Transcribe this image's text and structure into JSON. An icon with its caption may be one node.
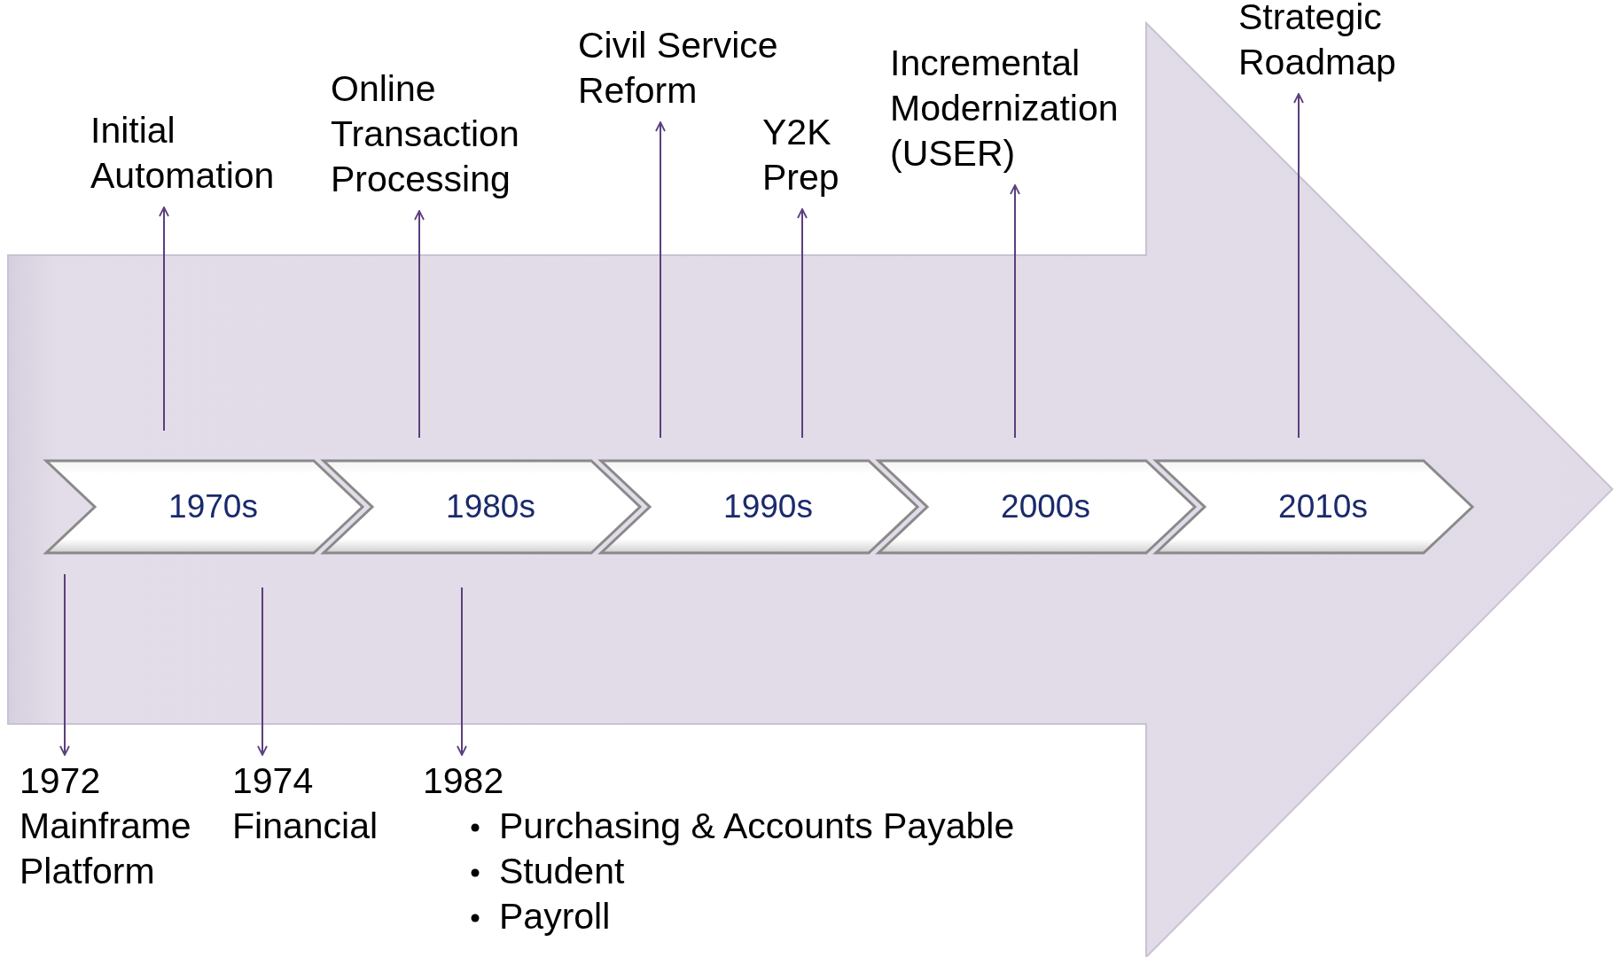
{
  "diagram": {
    "nodes": [
      {
        "text": [],
        "shape": "arrow"
      },
      {
        "text": [
          "1970s"
        ],
        "in": 0
      },
      {
        "text": [
          "1980s"
        ],
        "in": 0
      },
      {
        "text": [
          "1990s"
        ],
        "in": 0
      },
      {
        "text": [
          "2000s"
        ],
        "in": 0
      },
      {
        "text": [
          "2010s"
        ],
        "in": 0
      },
      {
        "text": [
          "Initial Automation"
        ]
      },
      {
        "text": [
          "Online Transaction Processing"
        ]
      },
      {
        "text": [
          "Civil Service Reform"
        ]
      },
      {
        "text": [
          "Y2K Prep"
        ]
      },
      {
        "text": [
          "Incremental Modernization (USER)"
        ]
      },
      {
        "text": [
          "Strategic Roadmap"
        ]
      },
      {
        "text": [
          "1972 Mainframe Platform"
        ]
      },
      {
        "text": [
          "1974 Financial"
        ]
      },
      {
        "text": [
          "1982",
          "Purchasing & Accounts Payable",
          "Student",
          "Payroll"
        ]
      }
    ],
    "edges": [
      {
        "from": null,
        "to": 6,
        "arrow": "to"
      },
      {
        "from": null,
        "to": 7,
        "arrow": "to"
      },
      {
        "from": null,
        "to": 8,
        "arrow": "to"
      },
      {
        "from": null,
        "to": 9,
        "arrow": "to"
      },
      {
        "from": null,
        "to": 10,
        "arrow": "to"
      },
      {
        "from": null,
        "to": 11,
        "arrow": "to"
      },
      {
        "from": null,
        "to": 12,
        "arrow": "to"
      },
      {
        "from": null,
        "to": 13,
        "arrow": "to"
      },
      {
        "from": null,
        "to": 14,
        "arrow": "to"
      }
    ]
  }
}
